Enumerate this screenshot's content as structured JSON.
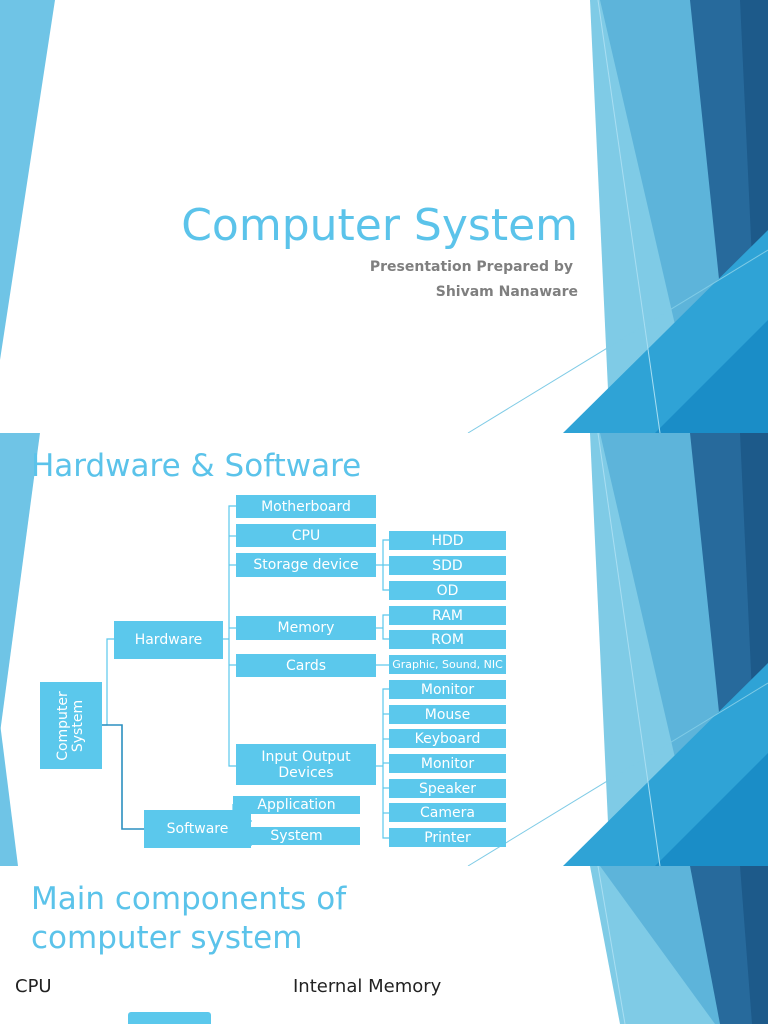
{
  "slide1": {
    "title": "Computer System",
    "subtitle_line1": "Presentation Prepared by",
    "subtitle_line2": "Shivam Nanaware"
  },
  "slide2": {
    "title": "Hardware & Software",
    "root": "Computer System",
    "hardware": "Hardware",
    "software": "Software",
    "hardware_items": [
      "Motherboard",
      "CPU",
      "Storage device",
      "Memory",
      "Cards",
      "Input Output Devices"
    ],
    "software_items": [
      "Application",
      "System"
    ],
    "storage_items": [
      "HDD",
      "SDD",
      "OD"
    ],
    "memory_items": [
      "RAM",
      "ROM"
    ],
    "cards_items": [
      "Graphic, Sound, NIC"
    ],
    "io_items": [
      "Monitor",
      "Mouse",
      "Keyboard",
      "Monitor",
      "Speaker",
      "Camera",
      "Printer"
    ]
  },
  "slide3": {
    "title": "Main components of computer system",
    "col1": "CPU",
    "col2": "Internal Memory"
  },
  "colors": {
    "accent": "#5bc3ea",
    "box": "#5bc8ec",
    "dark_blue": "#215f8f"
  }
}
